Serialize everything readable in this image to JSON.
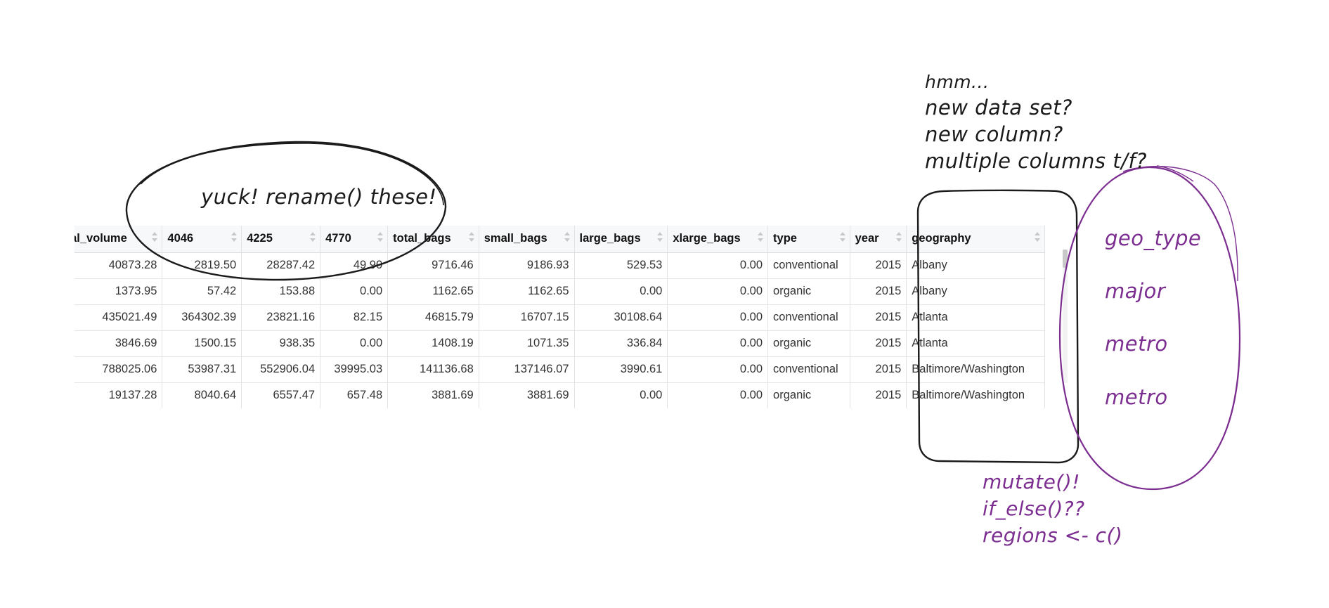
{
  "table": {
    "columns": [
      {
        "label": "total_volume",
        "width": 164
      },
      {
        "label": "4046",
        "width": 116
      },
      {
        "label": "4225",
        "width": 115
      },
      {
        "label": "4770",
        "width": 98
      },
      {
        "label": "total_bags",
        "width": 133
      },
      {
        "label": "small_bags",
        "width": 139
      },
      {
        "label": "large_bags",
        "width": 136
      },
      {
        "label": "xlarge_bags",
        "width": 146
      },
      {
        "label": "type",
        "width": 118
      },
      {
        "label": "year",
        "width": 84
      },
      {
        "label": "geography",
        "width": 200
      }
    ],
    "rows": [
      [
        "40873.28",
        "2819.50",
        "28287.42",
        "49.90",
        "9716.46",
        "9186.93",
        "529.53",
        "0.00",
        "conventional",
        "2015",
        "Albany"
      ],
      [
        "1373.95",
        "57.42",
        "153.88",
        "0.00",
        "1162.65",
        "1162.65",
        "0.00",
        "0.00",
        "organic",
        "2015",
        "Albany"
      ],
      [
        "435021.49",
        "364302.39",
        "23821.16",
        "82.15",
        "46815.79",
        "16707.15",
        "30108.64",
        "0.00",
        "conventional",
        "2015",
        "Atlanta"
      ],
      [
        "3846.69",
        "1500.15",
        "938.35",
        "0.00",
        "1408.19",
        "1071.35",
        "336.84",
        "0.00",
        "organic",
        "2015",
        "Atlanta"
      ],
      [
        "788025.06",
        "53987.31",
        "552906.04",
        "39995.03",
        "141136.68",
        "137146.07",
        "3990.61",
        "0.00",
        "conventional",
        "2015",
        "Baltimore/Washington"
      ],
      [
        "19137.28",
        "8040.64",
        "6557.47",
        "657.48",
        "3881.69",
        "3881.69",
        "0.00",
        "0.00",
        "organic",
        "2015",
        "Baltimore/Washington"
      ]
    ],
    "text_columns": [
      8,
      10
    ]
  },
  "annotations": {
    "rename_note": "yuck! rename() these!",
    "question_lines": [
      "hmm...",
      "new data set?",
      "new column?",
      "multiple columns t/f?"
    ],
    "geo_values": [
      "geo_type",
      "major",
      "metro",
      "metro"
    ],
    "mutate_lines": [
      "mutate()!",
      "if_else()??",
      "regions <- c()"
    ]
  },
  "colors": {
    "ink_black": "#1a1a1a",
    "ink_purple": "#7b2d90",
    "header_bg": "#f7f8fa",
    "grid_line": "#e3e3e3"
  }
}
